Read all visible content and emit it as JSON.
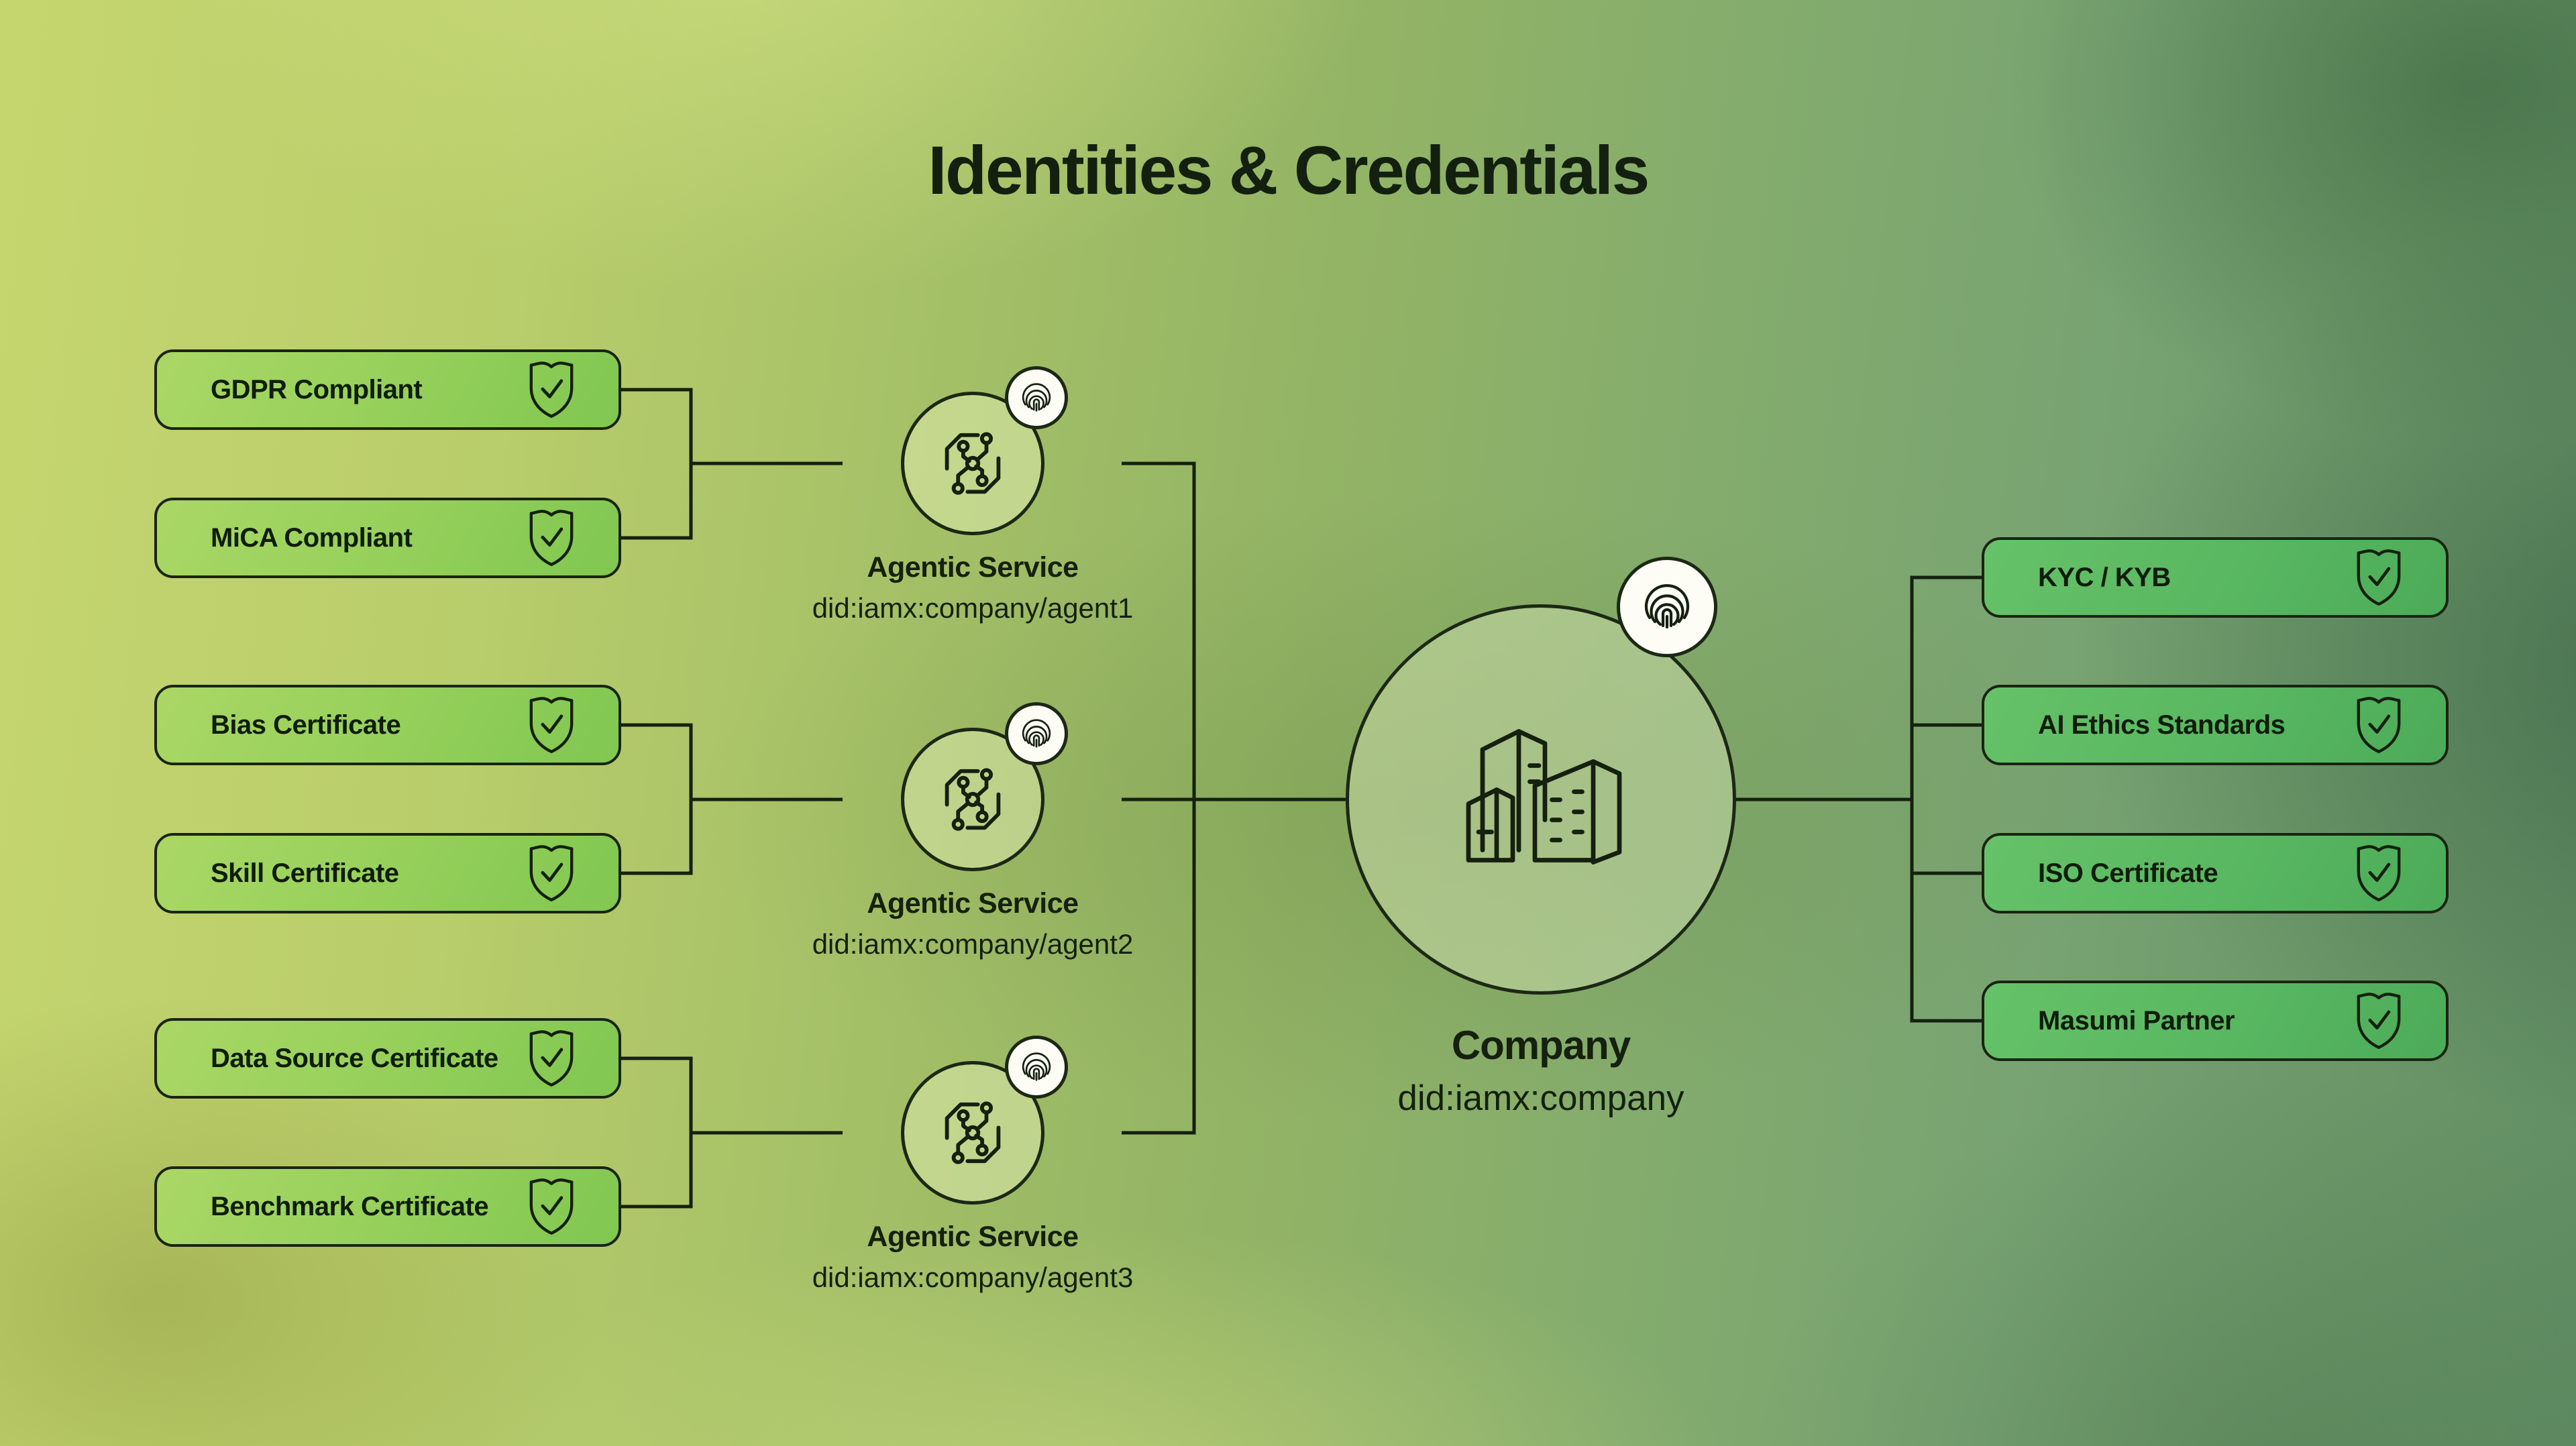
{
  "title": "Identities & Credentials",
  "left_credentials": [
    {
      "label": "GDPR Compliant"
    },
    {
      "label": "MiCA Compliant"
    },
    {
      "label": "Bias Certificate"
    },
    {
      "label": "Skill Certificate"
    },
    {
      "label": "Data Source Certificate"
    },
    {
      "label": "Benchmark Certificate"
    }
  ],
  "agents": [
    {
      "name": "Agentic Service",
      "did": "did:iamx:company/agent1"
    },
    {
      "name": "Agentic Service",
      "did": "did:iamx:company/agent2"
    },
    {
      "name": "Agentic Service",
      "did": "did:iamx:company/agent3"
    }
  ],
  "company": {
    "name": "Company",
    "did": "did:iamx:company"
  },
  "right_credentials": [
    {
      "label": "KYC / KYB"
    },
    {
      "label": "AI Ethics Standards"
    },
    {
      "label": "ISO Certificate"
    },
    {
      "label": "Masumi Partner"
    }
  ],
  "icons": {
    "credential": "shield-check-icon",
    "identity": "fingerprint-icon",
    "agent": "circuit-chip-icon",
    "company": "buildings-icon"
  },
  "colors": {
    "outline": "#1a2412",
    "line": "#15200f",
    "text": "#13200f",
    "badge_left_gradient": [
      "#abd765",
      "#80c751"
    ],
    "badge_right_gradient": [
      "#66c268",
      "#4cab58"
    ],
    "background_left": "#c6d66f",
    "background_right": "#628e64",
    "fingerprint_bg": "#fdfdf6"
  }
}
